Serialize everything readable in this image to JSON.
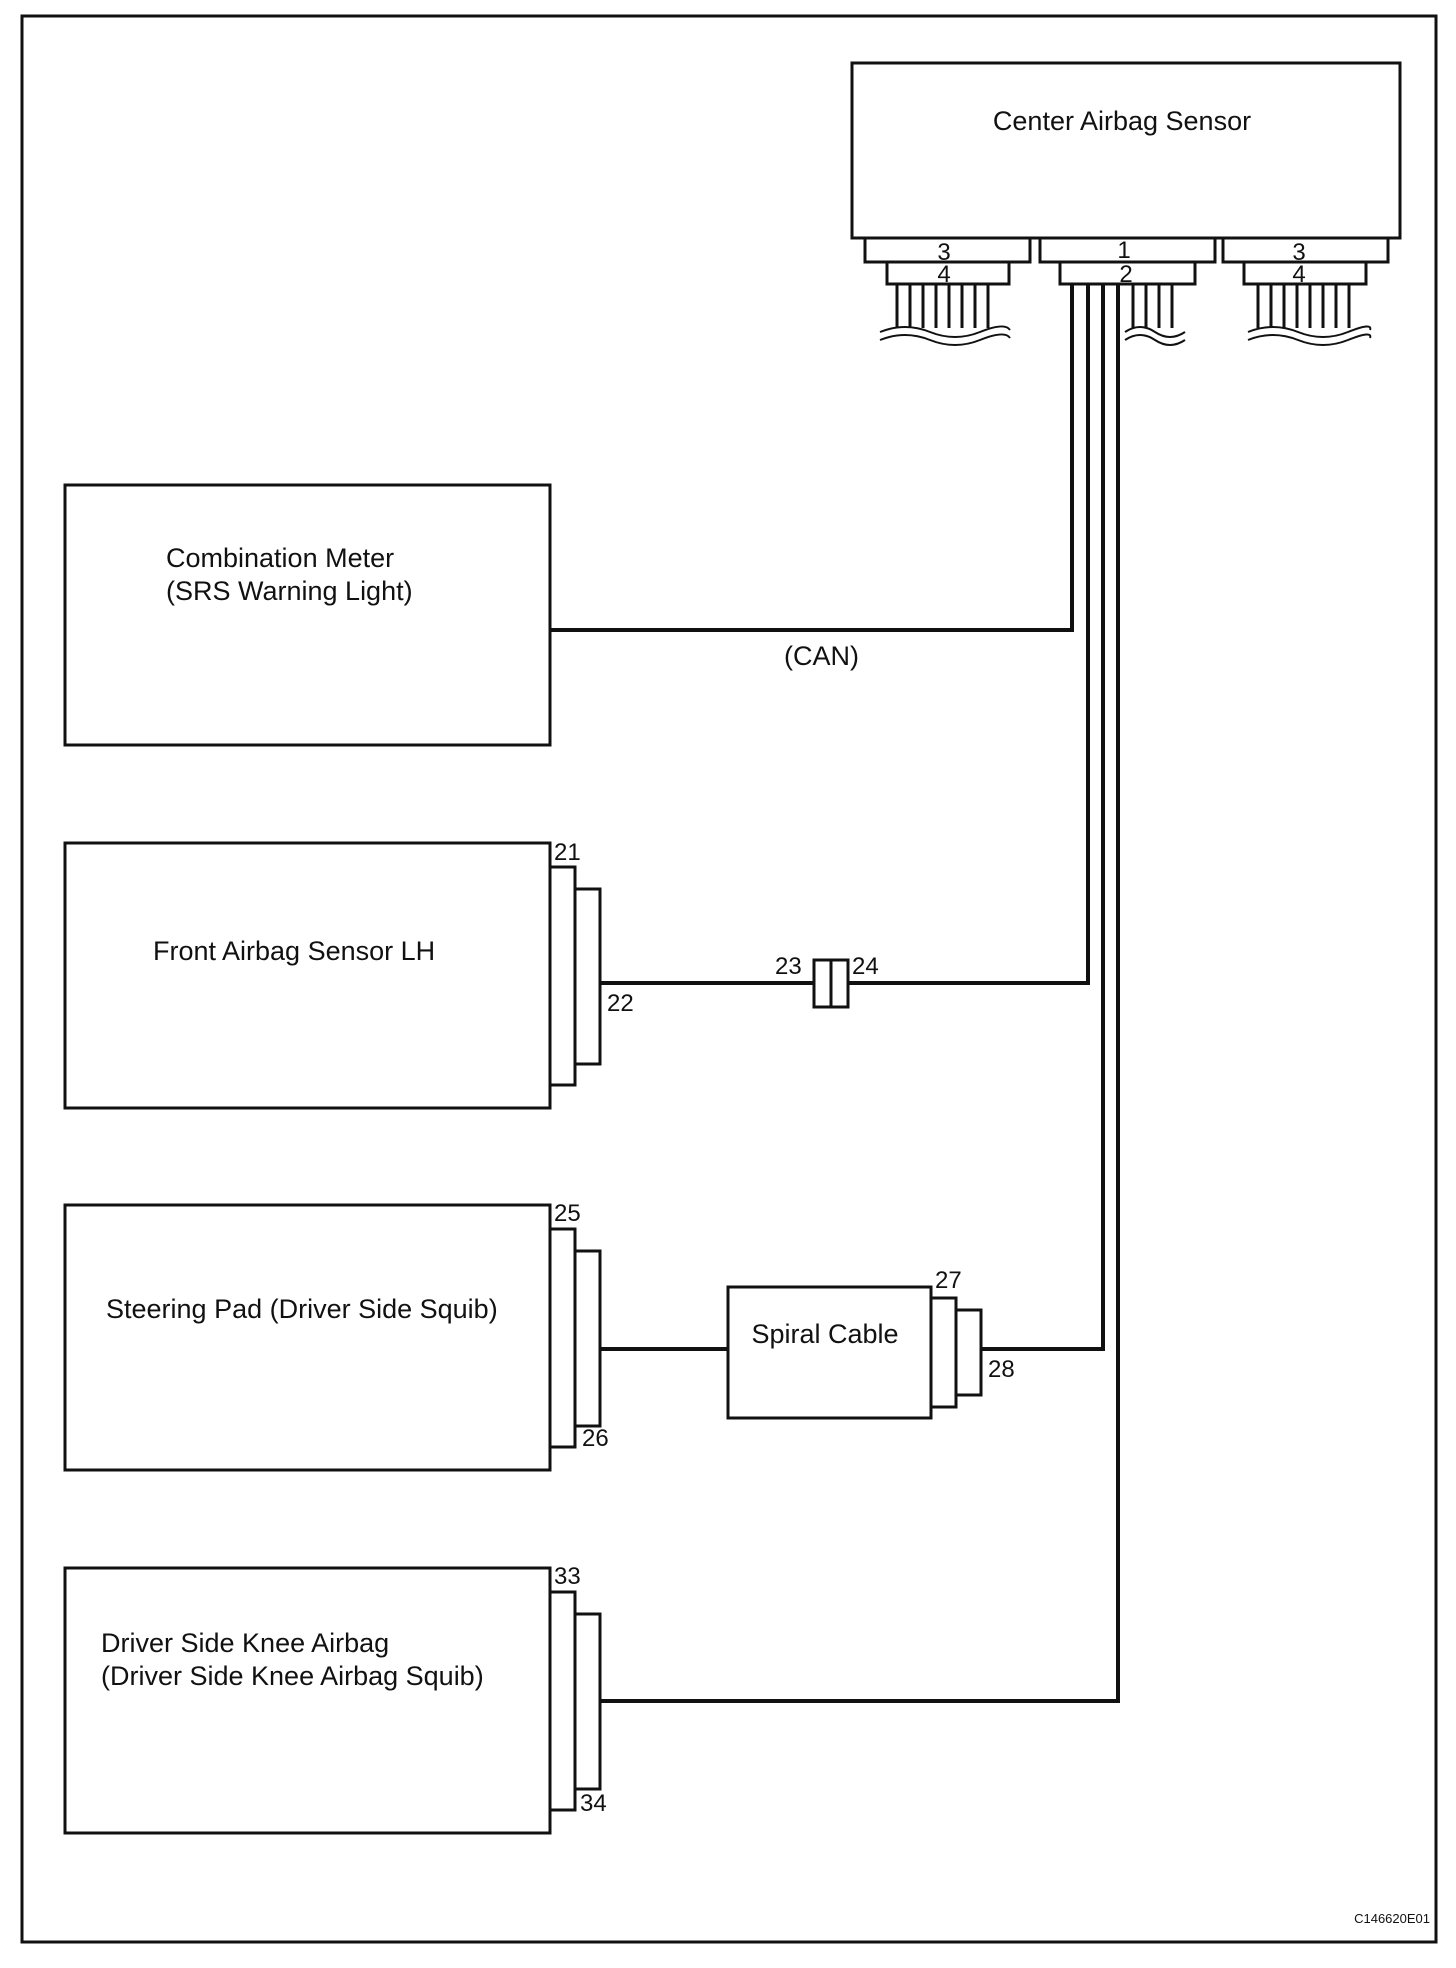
{
  "components": {
    "center_airbag_sensor": "Center Airbag Sensor",
    "combination_meter_line1": "Combination Meter",
    "combination_meter_line2": "(SRS Warning Light)",
    "front_airbag_sensor_lh": "Front Airbag Sensor LH",
    "steering_pad": "Steering Pad (Driver Side Squib)",
    "spiral_cable": "Spiral Cable",
    "knee_airbag_line1": "Driver Side Knee Airbag",
    "knee_airbag_line2": "(Driver Side Knee Airbag Squib)"
  },
  "wire_labels": {
    "can": "(CAN)"
  },
  "connector_pins": {
    "left_top": "3",
    "left_bottom": "4",
    "mid_top": "1",
    "mid_bottom": "2",
    "right_top": "3",
    "right_bottom": "4",
    "front_sensor_top": "21",
    "front_sensor_bottom": "22",
    "junction_left": "23",
    "junction_right": "24",
    "steering_top": "25",
    "steering_bottom": "26",
    "spiral_top": "27",
    "spiral_bottom": "28",
    "knee_top": "33",
    "knee_bottom": "34"
  },
  "figure_code": "C146620E01"
}
